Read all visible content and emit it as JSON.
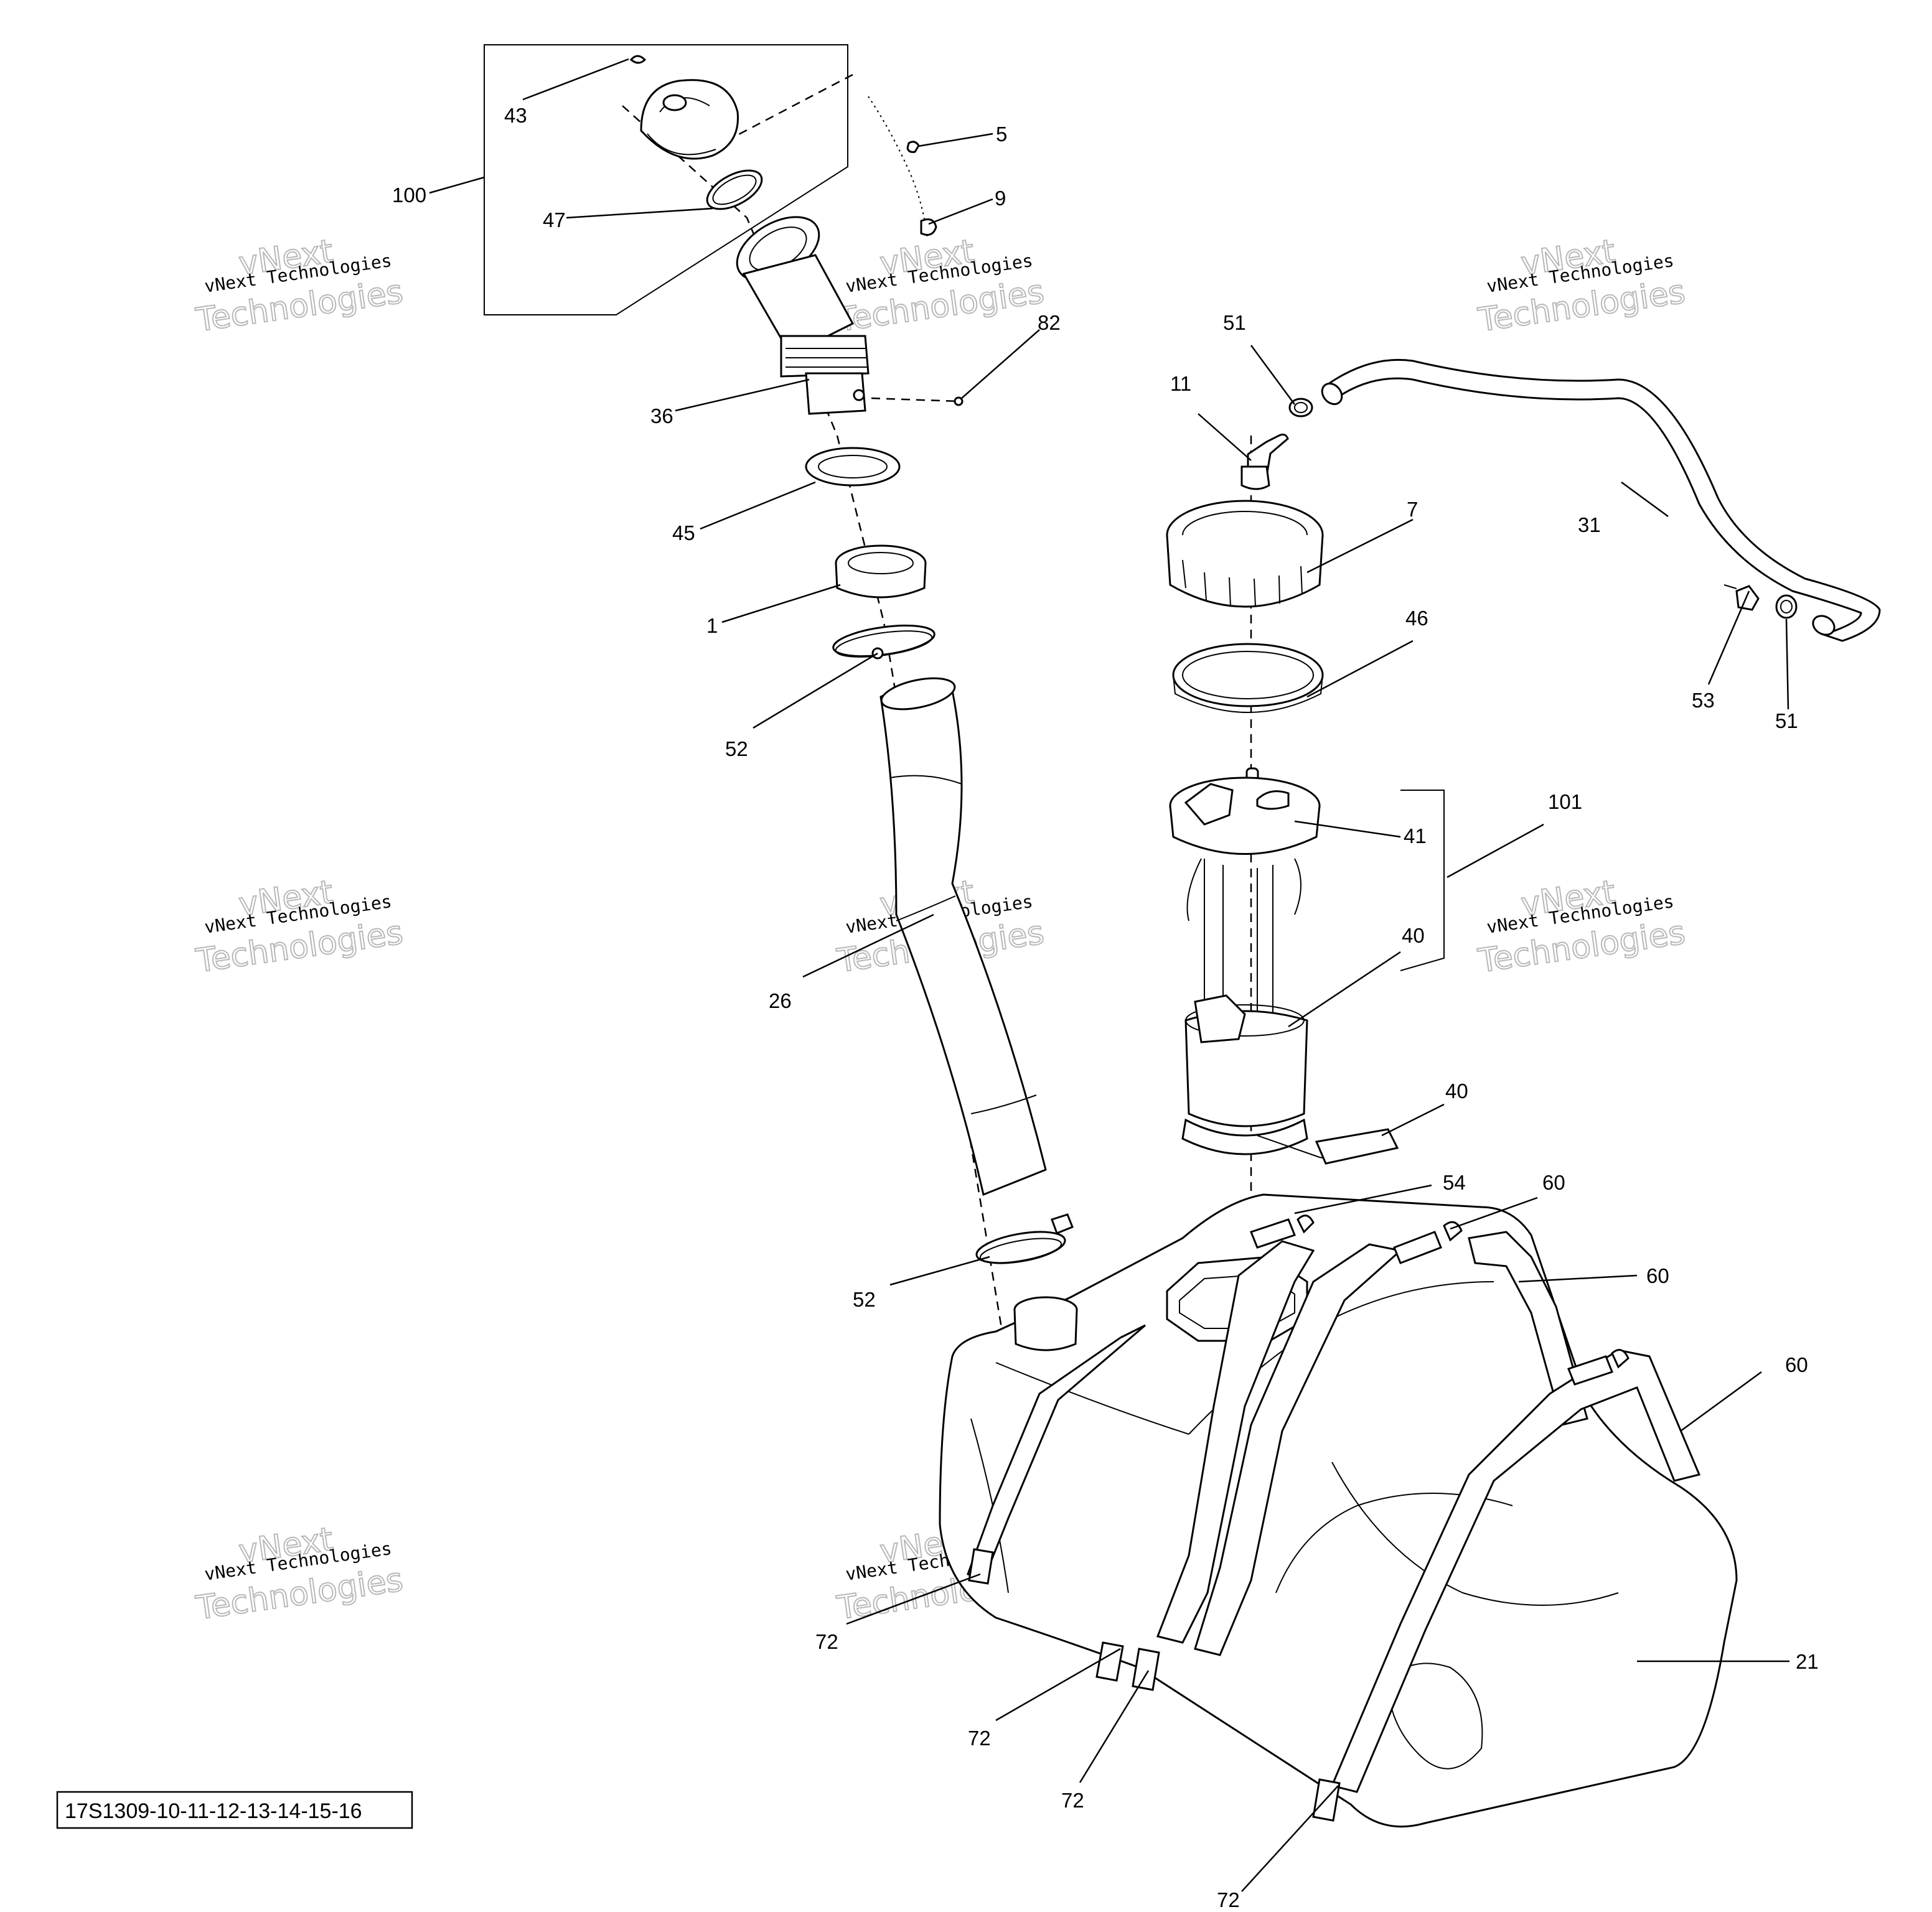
{
  "reference_code": "17S1309-10-11-12-13-14-15-16",
  "watermark": {
    "line1": "vNext Technologies",
    "line2": "vNext",
    "line3": "Technologies"
  },
  "callouts": {
    "c43": "43",
    "c5": "5",
    "c100": "100",
    "c47": "47",
    "c9": "9",
    "c82": "82",
    "c36": "36",
    "c45": "45",
    "c1": "1",
    "c52a": "52",
    "c26": "26",
    "c52b": "52",
    "c51a": "51",
    "c11": "11",
    "c7": "7",
    "c46": "46",
    "c41": "41",
    "c101": "101",
    "c40a": "40",
    "c40b": "40",
    "c54": "54",
    "c60a": "60",
    "c60b": "60",
    "c60c": "60",
    "c31": "31",
    "c53": "53",
    "c51b": "51",
    "c21": "21",
    "c72a": "72",
    "c72b": "72",
    "c72c": "72",
    "c72d": "72"
  }
}
